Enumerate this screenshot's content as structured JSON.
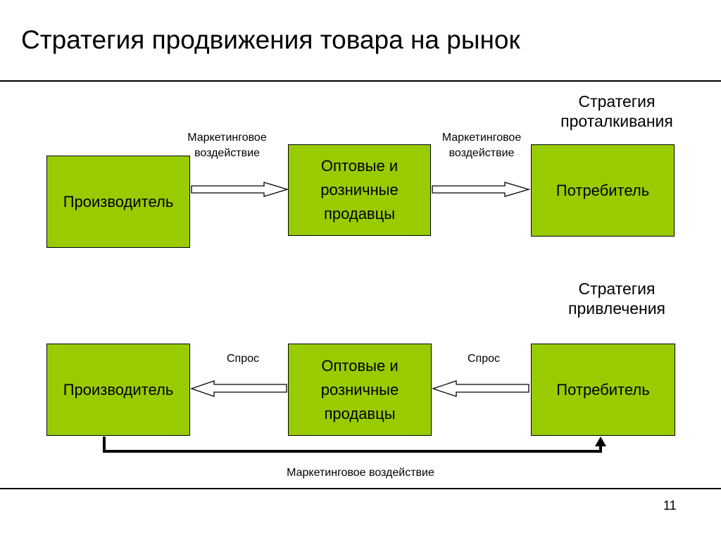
{
  "slide": {
    "title": "Стратегия продвижения товара на рынок",
    "page_number": "11"
  },
  "push": {
    "heading": "Стратегия\nпроталкивания",
    "producer": "Производитель",
    "middle": "Оптовые и\nрозничные\nпродавцы",
    "consumer": "Потребитель",
    "arrow1_label": "Маркетинговое\nвоздействие",
    "arrow2_label": "Маркетинговое\nвоздействие"
  },
  "pull": {
    "heading": "Стратегия\nпривлечения",
    "producer": "Производитель",
    "middle": "Оптовые и\nрозничные\nпродавцы",
    "consumer": "Потребитель",
    "arrow1_label": "Спрос",
    "arrow2_label": "Спрос",
    "bottom_label": "Маркетинговое воздействие"
  },
  "colors": {
    "box_fill": "#99cc00",
    "line": "#000000"
  }
}
